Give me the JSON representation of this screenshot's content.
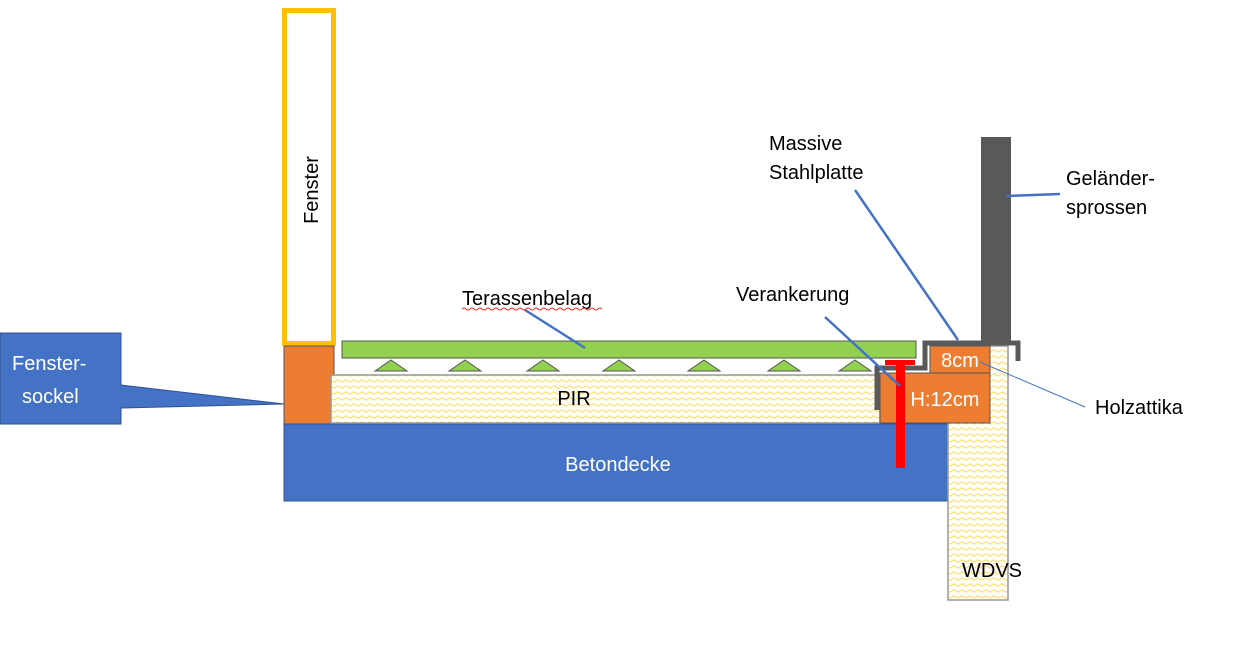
{
  "labels": {
    "fenster": "Fenster",
    "fenstersockel_1": "Fenster-",
    "fenstersockel_2": "sockel",
    "betondecke": "Betondecke",
    "pir": "PIR",
    "wdvs": "WDVS",
    "terassenbelag": "Terassenbelag",
    "verankerung": "Verankerung",
    "stahlplatte_1": "Massive",
    "stahlplatte_2": "Stahlplatte",
    "gelaender_1": "Geländer-",
    "gelaender_2": "sprossen",
    "holzattika": "Holzattika",
    "attika_upper": "8cm",
    "attika_lower": "H:12cm"
  },
  "colors": {
    "window_frame": "#FFC000",
    "orange": "#ED7D31",
    "blue": "#4472C4",
    "green": "#92D050",
    "steel": "#595959",
    "anchor": "#FF0000",
    "insulation_pattern": "#FFD966"
  }
}
